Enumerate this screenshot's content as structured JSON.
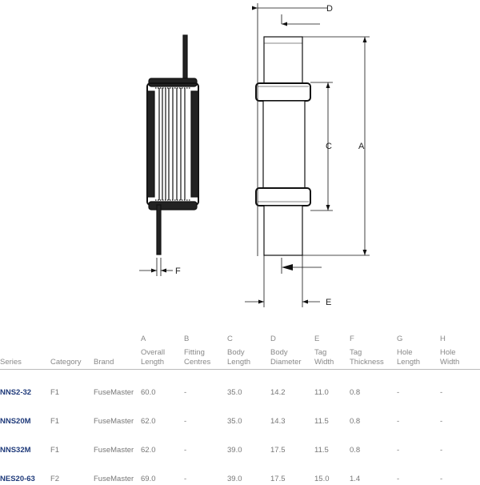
{
  "dimension_labels": {
    "d": "D",
    "c": "C",
    "a": "A",
    "f": "F",
    "e": "E"
  },
  "table": {
    "header_letters": [
      "",
      "",
      "",
      "A",
      "B",
      "C",
      "D",
      "E",
      "F",
      "G",
      "H"
    ],
    "header_line1": [
      "",
      "",
      "",
      "Overall",
      "Fitting",
      "Body",
      "Body",
      "Tag",
      "Tag",
      "Hole",
      "Hole"
    ],
    "header_line2": [
      "Series",
      "Category",
      "Brand",
      "Length",
      "Centres",
      "Length",
      "Diameter",
      "Width",
      "Thickness",
      "Length",
      "Width"
    ],
    "rows": [
      [
        "NNS2-32",
        "F1",
        "FuseMaster",
        "60.0",
        "-",
        "35.0",
        "14.2",
        "11.0",
        "0.8",
        "-",
        "-"
      ],
      [
        "NNS20M",
        "F1",
        "FuseMaster",
        "62.0",
        "-",
        "35.0",
        "14.3",
        "11.5",
        "0.8",
        "-",
        "-"
      ],
      [
        "NNS32M",
        "F1",
        "FuseMaster",
        "62.0",
        "-",
        "39.0",
        "17.5",
        "11.5",
        "0.8",
        "-",
        "-"
      ],
      [
        "NES20-63",
        "F2",
        "FuseMaster",
        "69.0",
        "-",
        "39.0",
        "17.5",
        "15.0",
        "1.4",
        "-",
        "-"
      ]
    ]
  }
}
